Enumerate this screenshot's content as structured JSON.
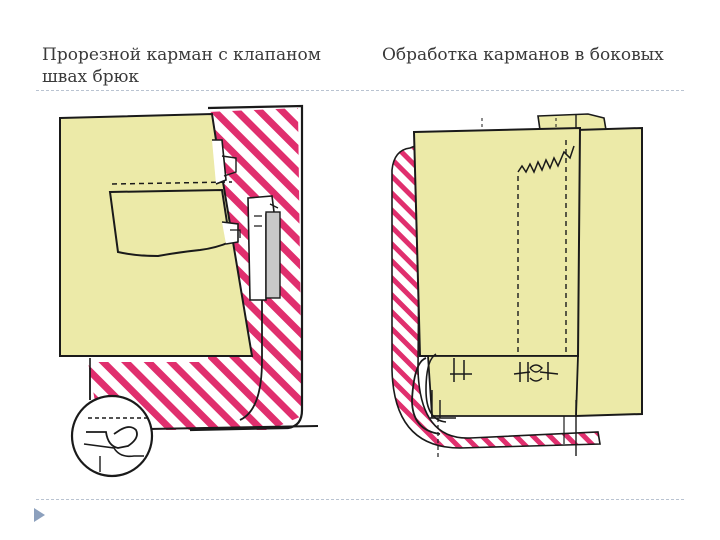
{
  "slide": {
    "title_left": "Прорезной карман с клапаном швах  брюк",
    "title_right": "Обработка карманов в боковых"
  },
  "colors": {
    "fabric": "#eceaa8",
    "hatch": "#e02f6e",
    "outline": "#1a1a1a",
    "zipper": "#c8c8c8",
    "rule": "#b9c3d1",
    "bullet": "#8ca0bd"
  },
  "diagrams": {
    "left": {
      "icon": "welt-pocket-with-flap-illustration"
    },
    "right": {
      "icon": "side-seam-pocket-illustration"
    }
  }
}
